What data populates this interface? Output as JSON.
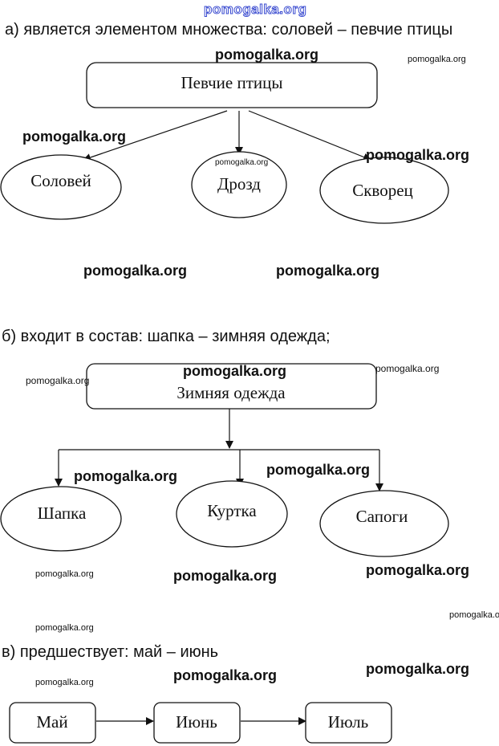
{
  "top_watermark": "pomogalka.org",
  "sections": {
    "a": {
      "heading": "а) является элементом множества: соловей – певчие птицы",
      "root": "Певчие птицы",
      "children": [
        "Соловей",
        "Дрозд",
        "Скворец"
      ]
    },
    "b": {
      "heading": "б) входит в состав: шапка – зимняя одежда;",
      "root": "Зимняя одежда",
      "children": [
        "Шапка",
        "Куртка",
        "Сапоги"
      ]
    },
    "c": {
      "heading": "в) предшествует: май – июнь",
      "sequence": [
        "Май",
        "Июнь",
        "Июль"
      ]
    }
  },
  "watermarks": {
    "w1": "pomogalka.org",
    "w2": "pomogalka.org",
    "w3": "pomogalka.org",
    "w4": "pomogalka.org",
    "w5": "pomogalka.org",
    "w6": "pomogalka.org",
    "w7": "pomogalka.org",
    "w8": "pomogalka.org",
    "w9": "pomogalka.org",
    "w10": "pomogalka.org",
    "w11": "pomogalka.org",
    "w12": "pomogalka.org",
    "w13": "pomogalka.org",
    "w14": "pomogalka.org",
    "w15": "pomogalka.org",
    "w16": "pomogalka.org",
    "w17": "pomogalka.org",
    "w18": "pomogalka.org",
    "w19": "pomogalka.org",
    "w20": "pomogalka.org"
  },
  "colors": {
    "stroke": "#111111",
    "top_watermark_outline": "#3a4bd0"
  }
}
